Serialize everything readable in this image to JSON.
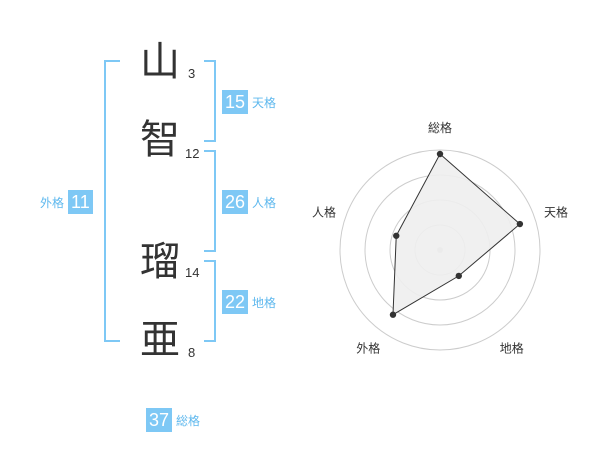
{
  "name": {
    "chars": [
      {
        "char": "山",
        "strokes": "3"
      },
      {
        "char": "智",
        "strokes": "12"
      },
      {
        "char": "瑠",
        "strokes": "14"
      },
      {
        "char": "亜",
        "strokes": "8"
      }
    ]
  },
  "fortunes": {
    "tenkaku": {
      "value": "15",
      "label": "天格"
    },
    "jinkaku": {
      "value": "26",
      "label": "人格"
    },
    "chikaku": {
      "value": "22",
      "label": "地格"
    },
    "gaikaku": {
      "value": "11",
      "label": "外格"
    },
    "soukaku": {
      "value": "37",
      "label": "総格"
    }
  },
  "chart_data": {
    "type": "radar",
    "axes": [
      "総格",
      "天格",
      "地格",
      "外格",
      "人格"
    ],
    "rings": 4,
    "values": [
      0.96,
      0.84,
      0.32,
      0.8,
      0.46
    ]
  },
  "colors": {
    "accent": "#7ec8f5",
    "accent_text": "#5eb8ee",
    "ring": "#cccccc",
    "fill": "#eeeeee",
    "line": "#333333"
  }
}
